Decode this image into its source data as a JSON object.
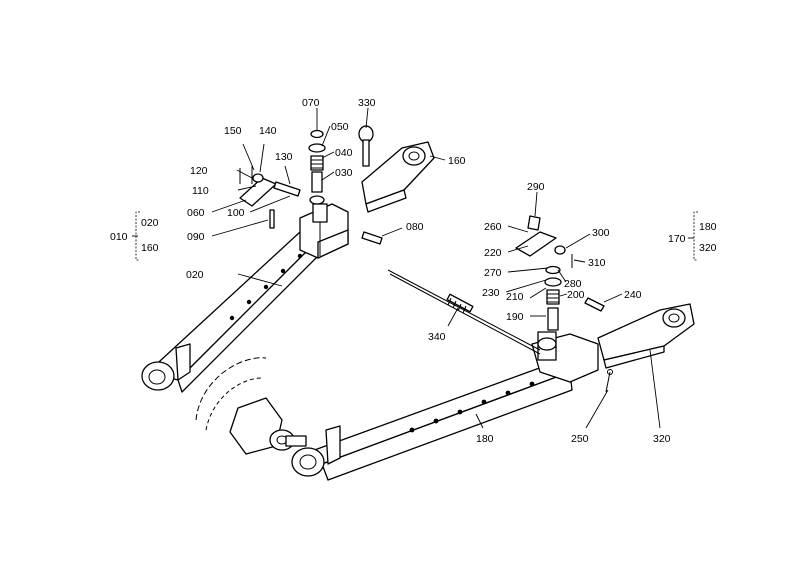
{
  "diagram": {
    "callouts": [
      "070",
      "330",
      "050",
      "040",
      "030",
      "150",
      "140",
      "130",
      "120",
      "110",
      "060",
      "100",
      "090",
      "160",
      "080",
      "290",
      "260",
      "300",
      "220",
      "310",
      "270",
      "280",
      "230",
      "210",
      "200",
      "240",
      "190",
      "340",
      "020",
      "180",
      "250",
      "320"
    ],
    "groups": [
      {
        "id": "010",
        "members": [
          "020",
          "160"
        ]
      },
      {
        "id": "170",
        "members": [
          "180",
          "320"
        ]
      }
    ]
  }
}
